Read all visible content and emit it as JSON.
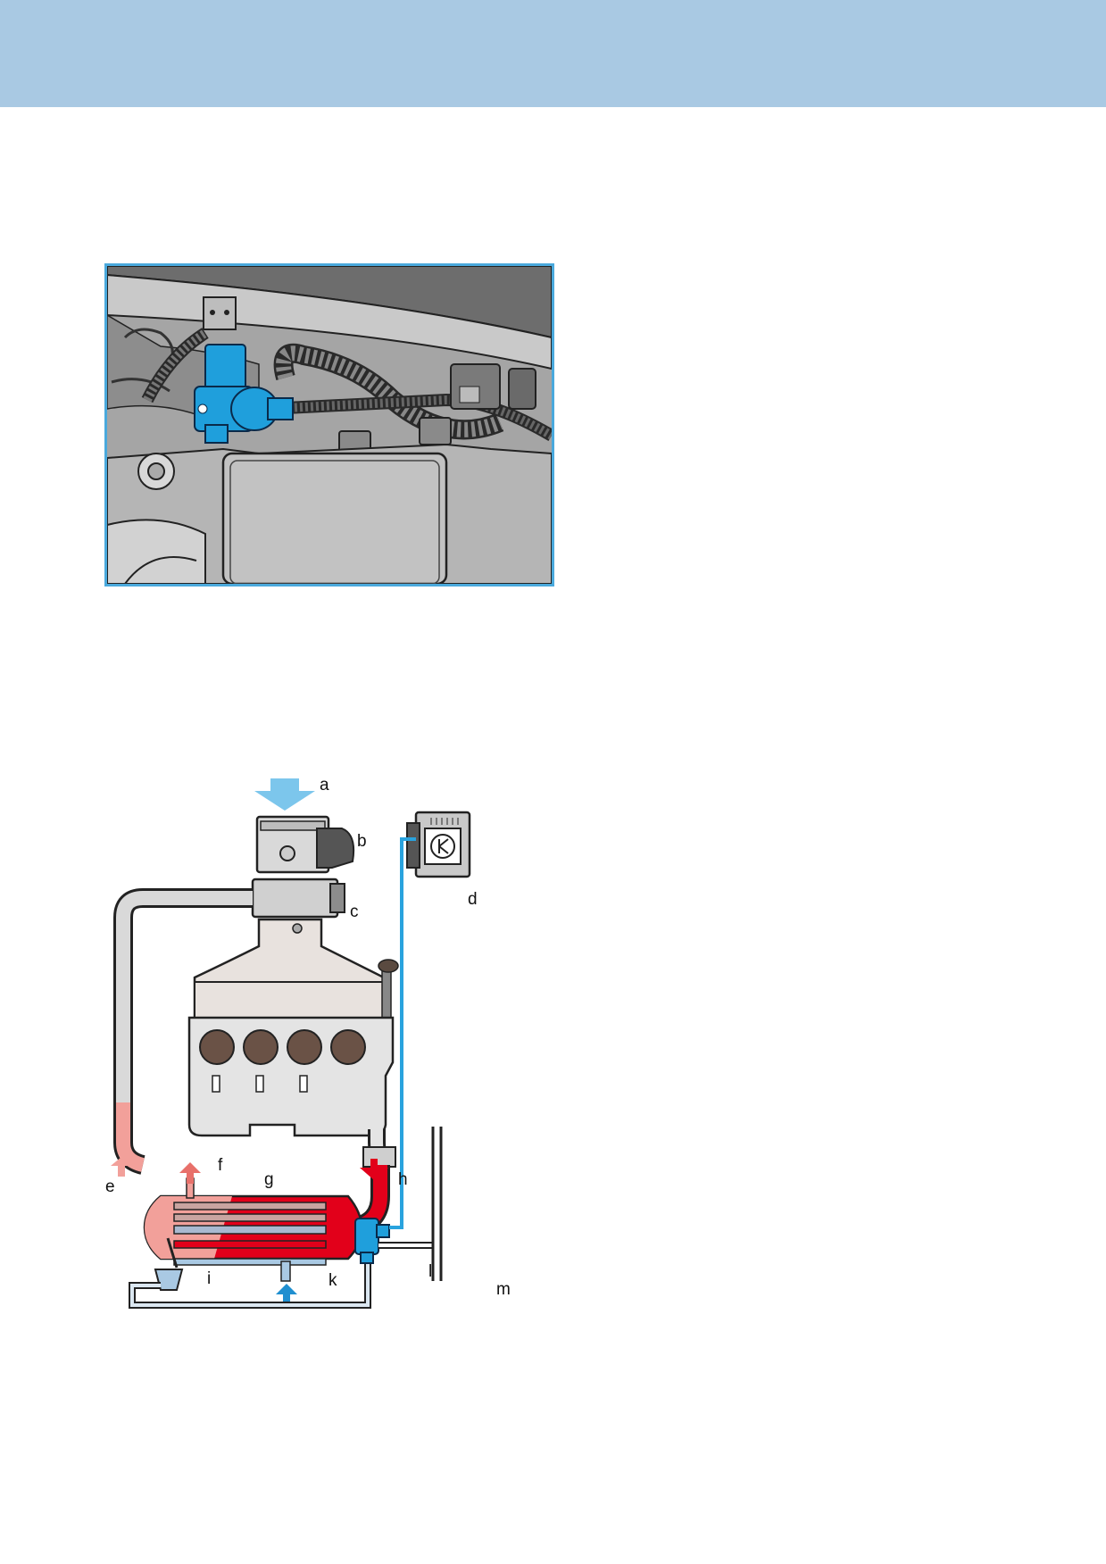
{
  "colors": {
    "header_band": "#a9c9e3",
    "photo_border": "#4aa9dc",
    "valve_blue": "#1f9fdc",
    "signal_line": "#29a3de",
    "hot_coolant": "#e2001a",
    "warm_coolant": "#f2a09a",
    "cold_coolant_arrow": "#1f8fd0",
    "intake_arrow": "#7cc6ec"
  },
  "photo": {
    "highlight": "valve-icon"
  },
  "diagram": {
    "labels": {
      "a": "a",
      "b": "b",
      "c": "c",
      "d": "d",
      "e": "e",
      "f": "f",
      "g": "g",
      "h": "h",
      "i": "i",
      "k": "k",
      "l": "l",
      "m": "m"
    }
  }
}
